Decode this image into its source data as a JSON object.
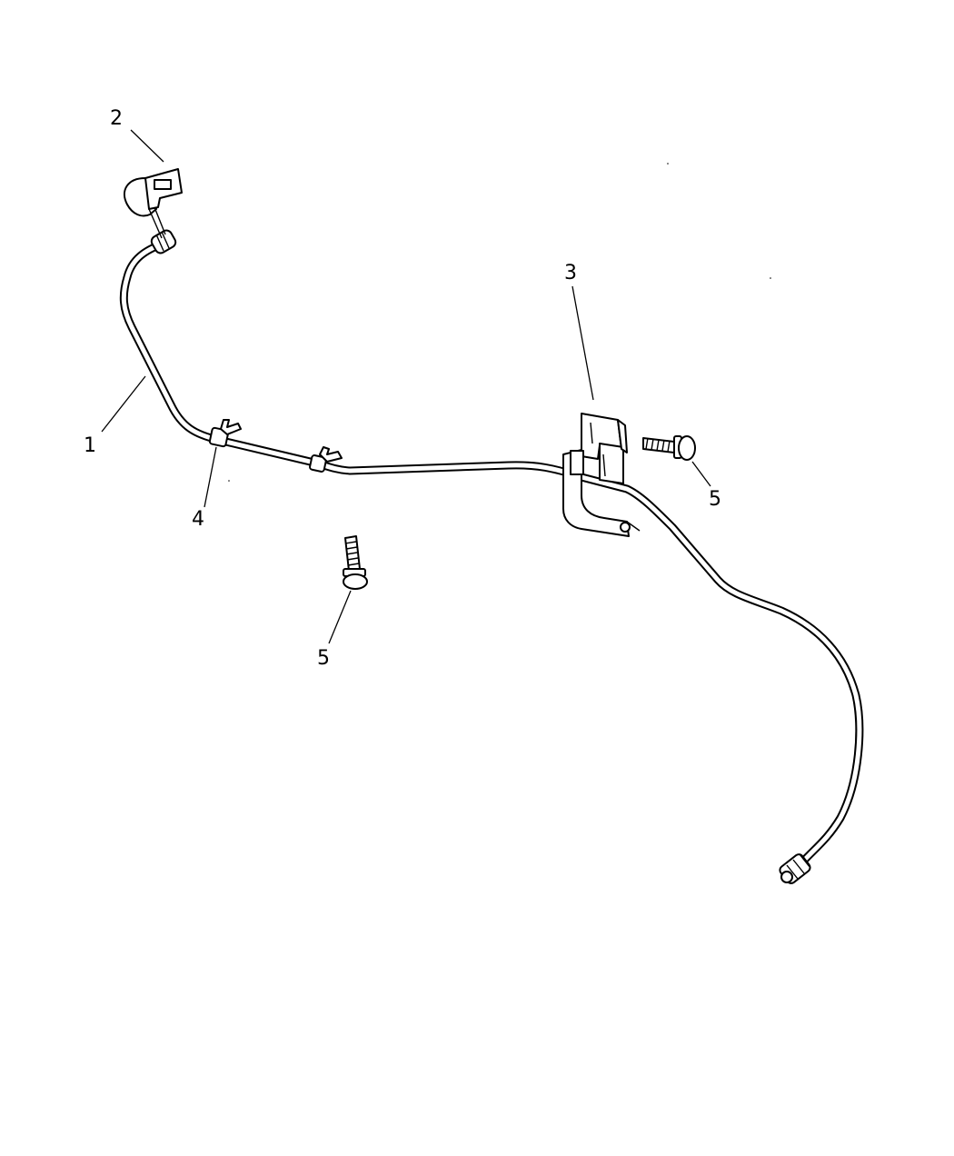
{
  "callouts": {
    "c1": "1",
    "c2": "2",
    "c3": "3",
    "c4": "4",
    "c5a": "5",
    "c5b": "5"
  },
  "parts": [
    {
      "number": "1",
      "icon": "tube-assembly"
    },
    {
      "number": "2",
      "icon": "retainer-clip"
    },
    {
      "number": "3",
      "icon": "mounting-bracket"
    },
    {
      "number": "4",
      "icon": "tube-clip"
    },
    {
      "number": "5",
      "icon": "bolt"
    }
  ],
  "colors": {
    "line": "#000000",
    "background": "#ffffff"
  }
}
